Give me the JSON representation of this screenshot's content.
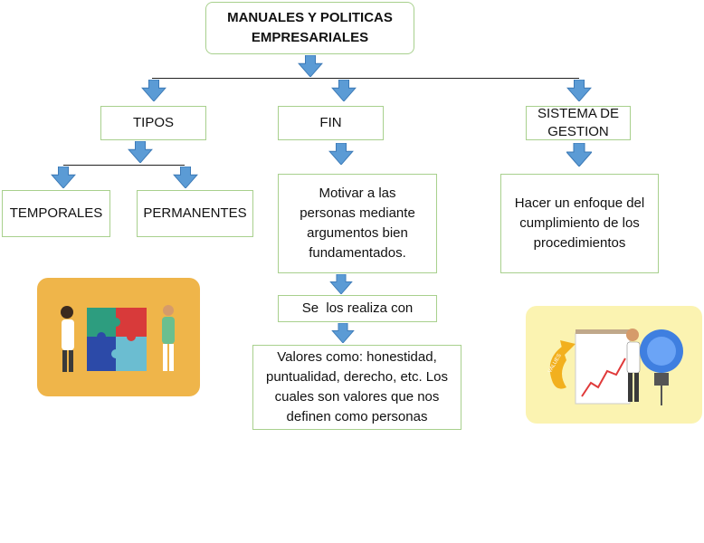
{
  "title": "MANUALES Y POLITICAS EMPRESARIALES",
  "branches": {
    "tipos": "TIPOS",
    "fin": "FIN",
    "sistema": "SISTEMA DE GESTION"
  },
  "tipos_children": {
    "temporales": "TEMPORALES",
    "permanentes": "PERMANENTES"
  },
  "fin_children": {
    "motivar": "Motivar a las personas mediante argumentos bien fundamentados.",
    "se_realiza": "Se  los realiza con",
    "valores": "Valores como: honestidad, puntualidad, derecho, etc. Los cuales son valores que nos definen como personas"
  },
  "sistema_children": {
    "enfoque": "Hacer un enfoque del cumplimiento de los procedimientos"
  },
  "colors": {
    "box_border": "#a8d08d",
    "arrow": "#5b9bd5",
    "puzzle_bg": "#efb54a",
    "bulb_bg": "#fbf3b1"
  },
  "images": {
    "puzzle": "teamwork-puzzle-illustration",
    "bulb": "business-growth-lightbulb-illustration",
    "arrow_label": "VALUES"
  }
}
